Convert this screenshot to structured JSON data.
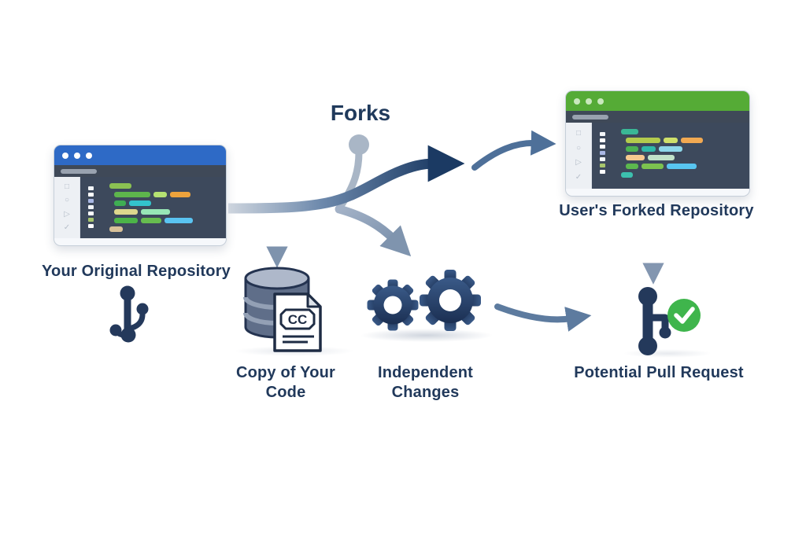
{
  "title": {
    "text": "Forks"
  },
  "nodes": {
    "original_repo": {
      "label": "Your Original Repository"
    },
    "copy": {
      "label": "Copy of Your Code"
    },
    "changes": {
      "label": "Independent Changes"
    },
    "forked_repo": {
      "label": "User's Forked Repository"
    },
    "pull_request": {
      "label": "Potential Pull Request"
    }
  },
  "icons": {
    "cc_text": "CC"
  },
  "palette": {
    "text_navy": "#21395b",
    "arrow_dark_navy": "#1b3a63",
    "arrow_steel": "#4e7099",
    "arrow_light_steel": "#7f94ae",
    "original_header_blue": "#2e6ac6",
    "forked_header_green": "#55ab36",
    "check_green": "#3fb54c",
    "code_bg": "#3d495c"
  },
  "windows": {
    "original": {
      "header_color": "#2e6ac6",
      "dot_color": "#ffffff",
      "dots": 3,
      "sidebar_icons": [
        {
          "name": "file-icon",
          "glyph": "□"
        },
        {
          "name": "history-icon",
          "glyph": "○"
        },
        {
          "name": "cursor-icon",
          "glyph": "▷"
        },
        {
          "name": "check-icon",
          "glyph": "✓"
        }
      ],
      "gutter": [
        "#f3f6f9",
        "#ffffff",
        "#a9b7e4",
        "#f3f6f9",
        "#ffffff",
        "#a8c66d",
        "#ffffff"
      ],
      "code_rows": [
        {
          "indent": 14,
          "bars": [
            {
              "w": 28,
              "c": "#8bc152"
            }
          ]
        },
        {
          "indent": 20,
          "bars": [
            {
              "w": 46,
              "c": "#5eb54c"
            },
            {
              "w": 17,
              "c": "#b5e272"
            },
            {
              "w": 26,
              "c": "#eea33c"
            }
          ]
        },
        {
          "indent": 20,
          "bars": [
            {
              "w": 15,
              "c": "#3fae53"
            },
            {
              "w": 28,
              "c": "#33c3cd"
            }
          ]
        },
        {
          "indent": 20,
          "bars": [
            {
              "w": 30,
              "c": "#ddd78d"
            },
            {
              "w": 37,
              "c": "#97e7b6"
            }
          ]
        },
        {
          "indent": 20,
          "bars": [
            {
              "w": 30,
              "c": "#4cb448"
            },
            {
              "w": 26,
              "c": "#67bd4f"
            },
            {
              "w": 36,
              "c": "#5ac4f2"
            }
          ]
        },
        {
          "indent": 14,
          "bars": [
            {
              "w": 17,
              "c": "#d8c199"
            }
          ]
        }
      ]
    },
    "forked": {
      "header_color": "#55ab36",
      "dot_color": "#c9e8bd",
      "dots": 3,
      "sidebar_icons": [
        {
          "name": "file-icon",
          "glyph": "□"
        },
        {
          "name": "history-icon",
          "glyph": "○"
        },
        {
          "name": "cursor-icon",
          "glyph": "▷"
        },
        {
          "name": "check-icon",
          "glyph": "✓"
        }
      ],
      "gutter": [
        "#f3f6f9",
        "#ffffff",
        "#ffffff",
        "#a9b7e4",
        "#f3f6f9",
        "#a8c66d",
        "#ffffff"
      ],
      "code_rows": [
        {
          "indent": 14,
          "bars": [
            {
              "w": 22,
              "c": "#3ab795"
            }
          ]
        },
        {
          "indent": 20,
          "bars": [
            {
              "w": 44,
              "c": "#b3cb4d"
            },
            {
              "w": 18,
              "c": "#cfe06a"
            },
            {
              "w": 28,
              "c": "#f2a952"
            }
          ]
        },
        {
          "indent": 20,
          "bars": [
            {
              "w": 16,
              "c": "#4bb253"
            },
            {
              "w": 18,
              "c": "#2fb9a8"
            },
            {
              "w": 30,
              "c": "#8ed8ea"
            }
          ]
        },
        {
          "indent": 20,
          "bars": [
            {
              "w": 24,
              "c": "#f6c98f"
            },
            {
              "w": 34,
              "c": "#c2e3c9"
            }
          ]
        },
        {
          "indent": 20,
          "bars": [
            {
              "w": 16,
              "c": "#5cb84e"
            },
            {
              "w": 28,
              "c": "#7cc24f"
            },
            {
              "w": 38,
              "c": "#58c5f0"
            }
          ]
        },
        {
          "indent": 14,
          "bars": [
            {
              "w": 15,
              "c": "#3cc0ae"
            }
          ]
        }
      ]
    }
  }
}
